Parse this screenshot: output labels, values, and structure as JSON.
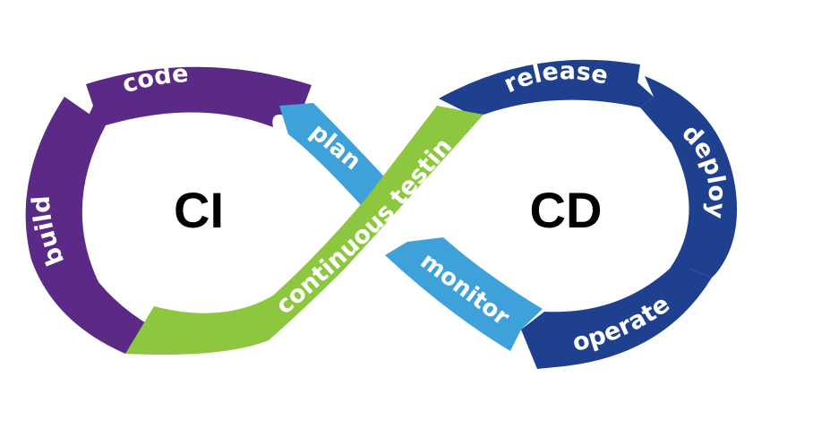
{
  "ci_loop": {
    "center_label": "CI",
    "segments": [
      {
        "id": "code",
        "label": "code"
      },
      {
        "id": "build",
        "label": "build"
      }
    ]
  },
  "cd_loop": {
    "center_label": "CD",
    "segments": [
      {
        "id": "release",
        "label": "release"
      },
      {
        "id": "deploy",
        "label": "deploy"
      },
      {
        "id": "operate",
        "label": "operate"
      }
    ]
  },
  "crossing": {
    "plan": "plan",
    "monitor": "monitor",
    "continuous_testing": "continuous testing"
  },
  "colors": {
    "purple": "#5B2A86",
    "navy": "#1F3F8F",
    "light_blue": "#3EA1D9",
    "green": "#8DC63F",
    "text_dark": "#000000",
    "text_light": "#ffffff"
  }
}
